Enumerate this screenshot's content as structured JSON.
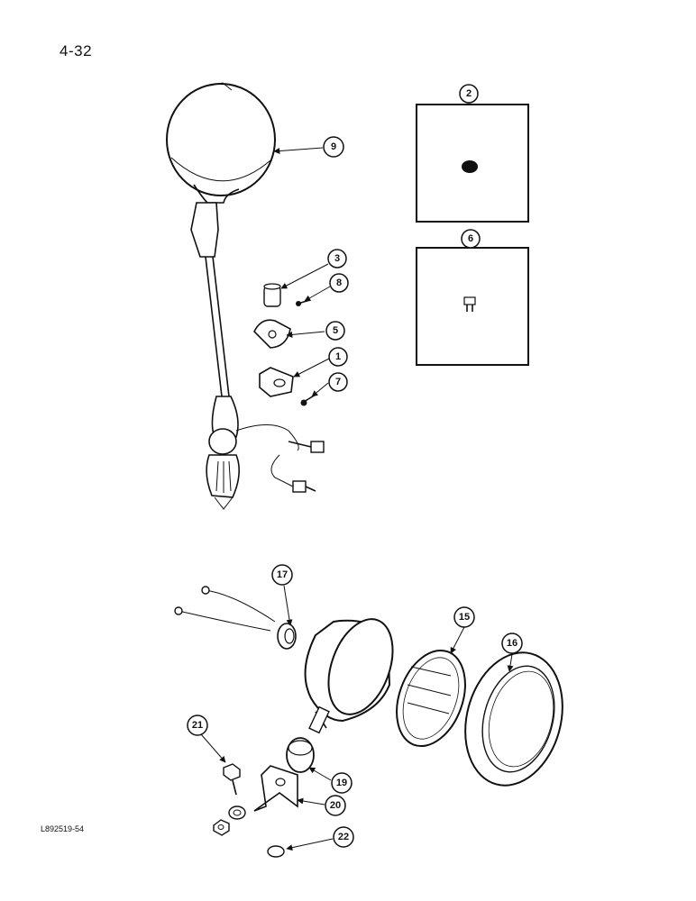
{
  "page_number": "4-32",
  "figure_code": "L892519-54",
  "callouts": {
    "c1": "1",
    "c2": "2",
    "c3": "3",
    "c5": "5",
    "c6": "6",
    "c7": "7",
    "c8": "8",
    "c9": "9",
    "c15": "15",
    "c16": "16",
    "c17": "17",
    "c19": "19",
    "c20": "20",
    "c21": "21",
    "c22": "22"
  }
}
